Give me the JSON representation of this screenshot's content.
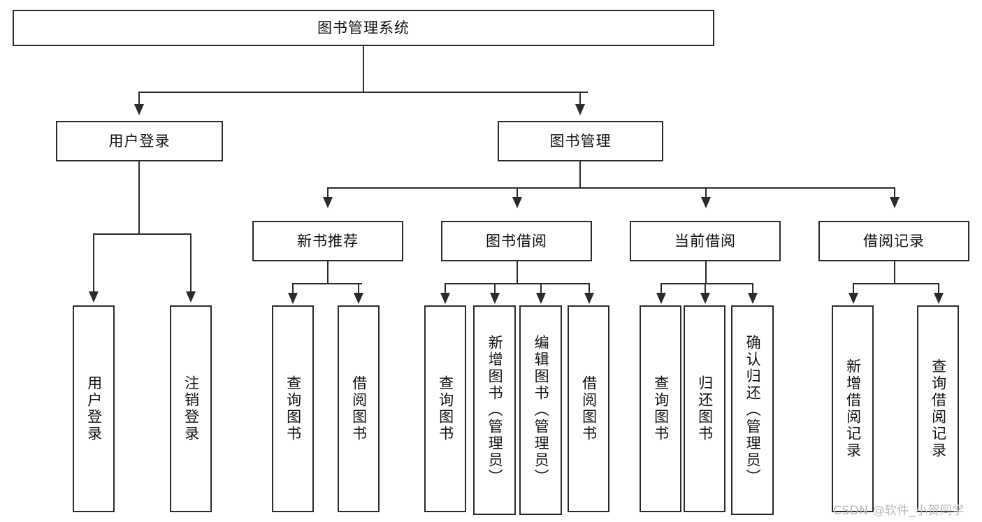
{
  "diagram": {
    "title": "图书管理系统",
    "watermark": "CSDN @软件_小贺同学",
    "root": {
      "label": "图书管理系统"
    },
    "level2": [
      {
        "label": "用户登录"
      },
      {
        "label": "图书管理"
      }
    ],
    "level3": [
      {
        "label": "新书推荐"
      },
      {
        "label": "图书借阅"
      },
      {
        "label": "当前借阅"
      },
      {
        "label": "借阅记录"
      }
    ],
    "leaves": {
      "user_login": [
        {
          "label": "用户登录"
        },
        {
          "label": "注销登录"
        }
      ],
      "new_book_recommend": [
        {
          "label": "查询图书"
        },
        {
          "label": "借阅图书"
        }
      ],
      "book_borrow": [
        {
          "label": "查询图书"
        },
        {
          "label": "新增图书（管理员）"
        },
        {
          "label": "编辑图书（管理员）"
        },
        {
          "label": "借阅图书"
        }
      ],
      "current_borrow": [
        {
          "label": "查询图书"
        },
        {
          "label": "归还图书"
        },
        {
          "label": "确认归还（管理员）"
        }
      ],
      "borrow_record": [
        {
          "label": "新增借阅记录"
        },
        {
          "label": "查询借阅记录"
        }
      ]
    },
    "colors": {
      "stroke": "#2b2b2b",
      "background": "#ffffff",
      "text": "#111111",
      "watermark": "#b9b9b9"
    }
  }
}
